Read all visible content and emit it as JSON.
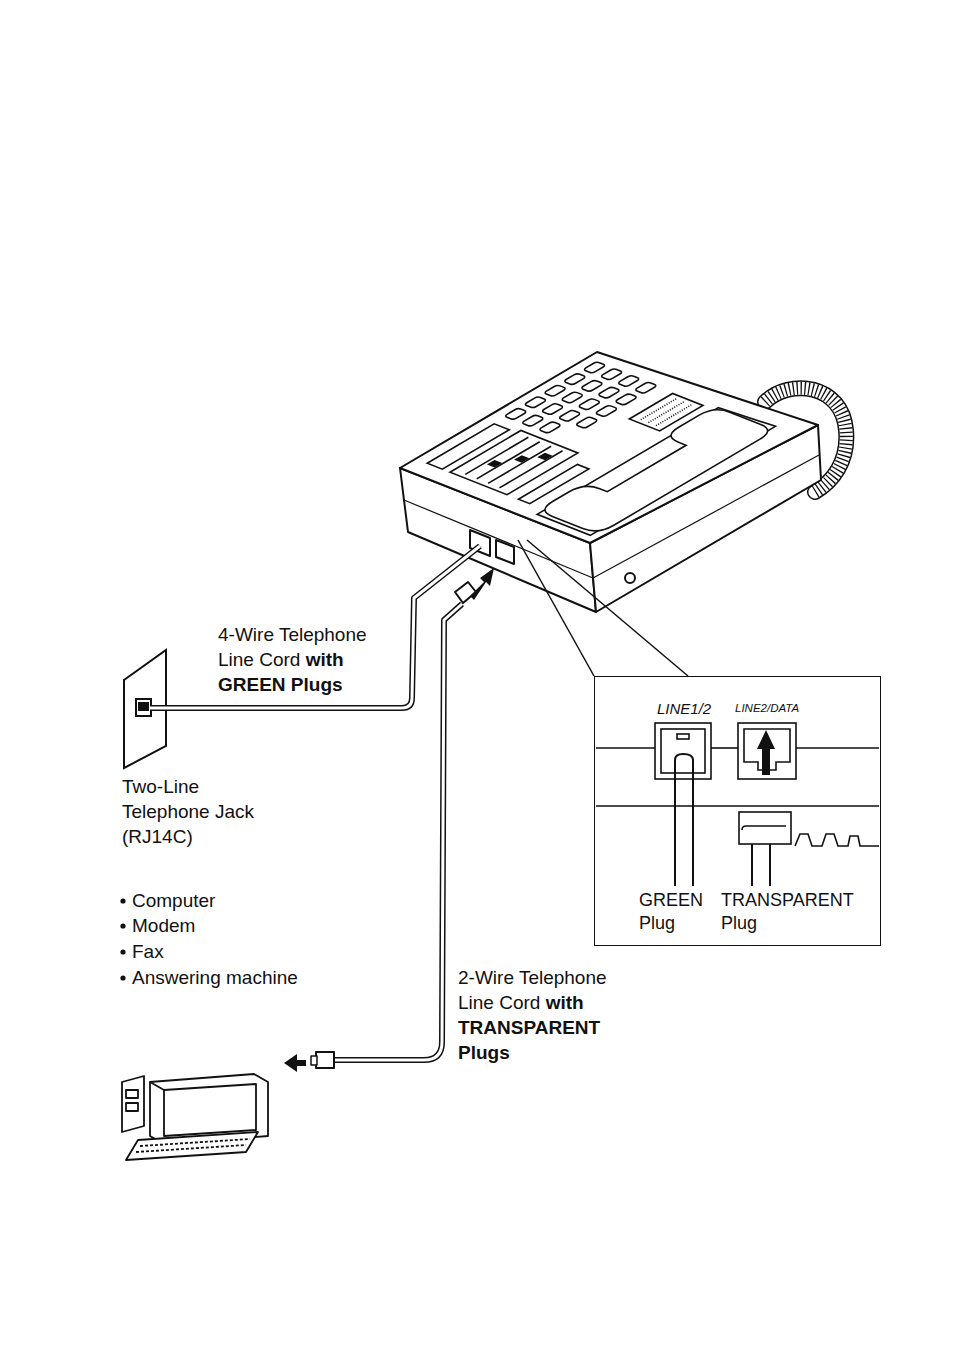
{
  "diagram": {
    "nodes": [
      {
        "text": [
          "LINE1/2",
          "LINE2/DATA",
          "GREEN Plug",
          "TRANSPARENT Plug"
        ]
      }
    ],
    "labels": [
      "4-Wire Telephone Line Cord",
      "with GREEN Plugs",
      "Two-Line Telephone Jack (RJ14C)",
      "Computer",
      "Modem",
      "Fax",
      "Answering machine",
      "2-Wire Telephone Line Cord",
      "with TRANSPARENT Plugs"
    ]
  }
}
